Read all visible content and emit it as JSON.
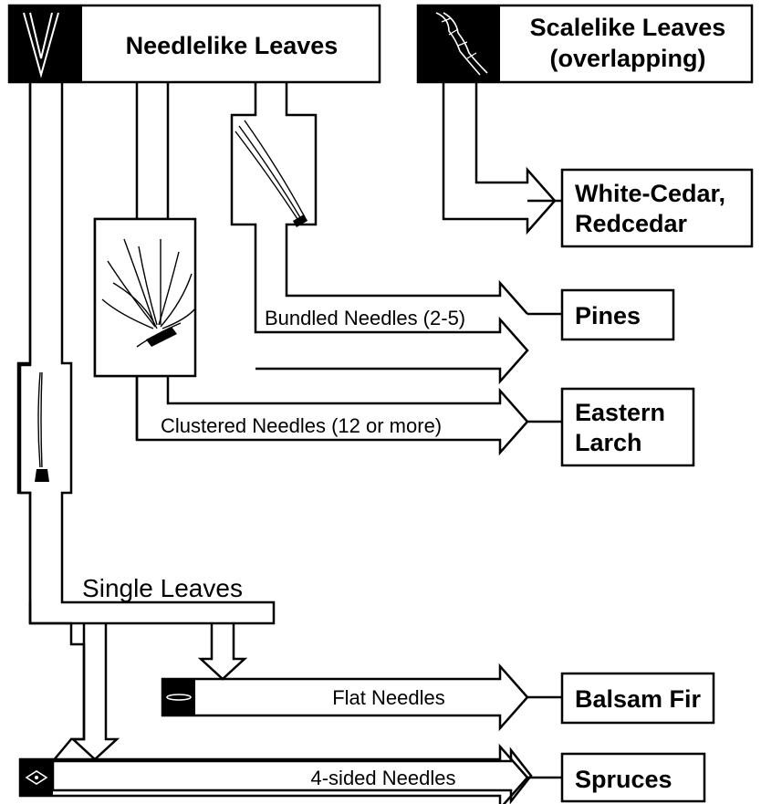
{
  "categories": {
    "needlelike": {
      "title": "Needlelike Leaves",
      "icon": "v-needle-icon"
    },
    "scalelike": {
      "title_line1": "Scalelike Leaves",
      "title_line2": "(overlapping)",
      "icon": "scale-leaf-icon"
    }
  },
  "branches": {
    "bundled": {
      "label": "Bundled Needles  (2-5)",
      "icon": "needle-bundle-icon"
    },
    "clustered": {
      "label": "Clustered Needles (12 or more)",
      "icon": "needle-cluster-icon"
    },
    "single": {
      "label": "Single Leaves",
      "icon": "single-needle-icon"
    },
    "flat": {
      "label": "Flat Needles",
      "icon": "flat-cross-section-icon"
    },
    "four_sided": {
      "label": "4-sided Needles",
      "icon": "diamond-cross-section-icon"
    }
  },
  "results": {
    "cedar": {
      "line1": "White-Cedar,",
      "line2": "Redcedar"
    },
    "pines": {
      "label": "Pines"
    },
    "larch": {
      "line1": "Eastern",
      "line2": "Larch"
    },
    "fir": {
      "label": "Balsam Fir"
    },
    "spruces": {
      "label": "Spruces"
    }
  },
  "colors": {
    "ink": "#000000",
    "paper": "#ffffff"
  }
}
